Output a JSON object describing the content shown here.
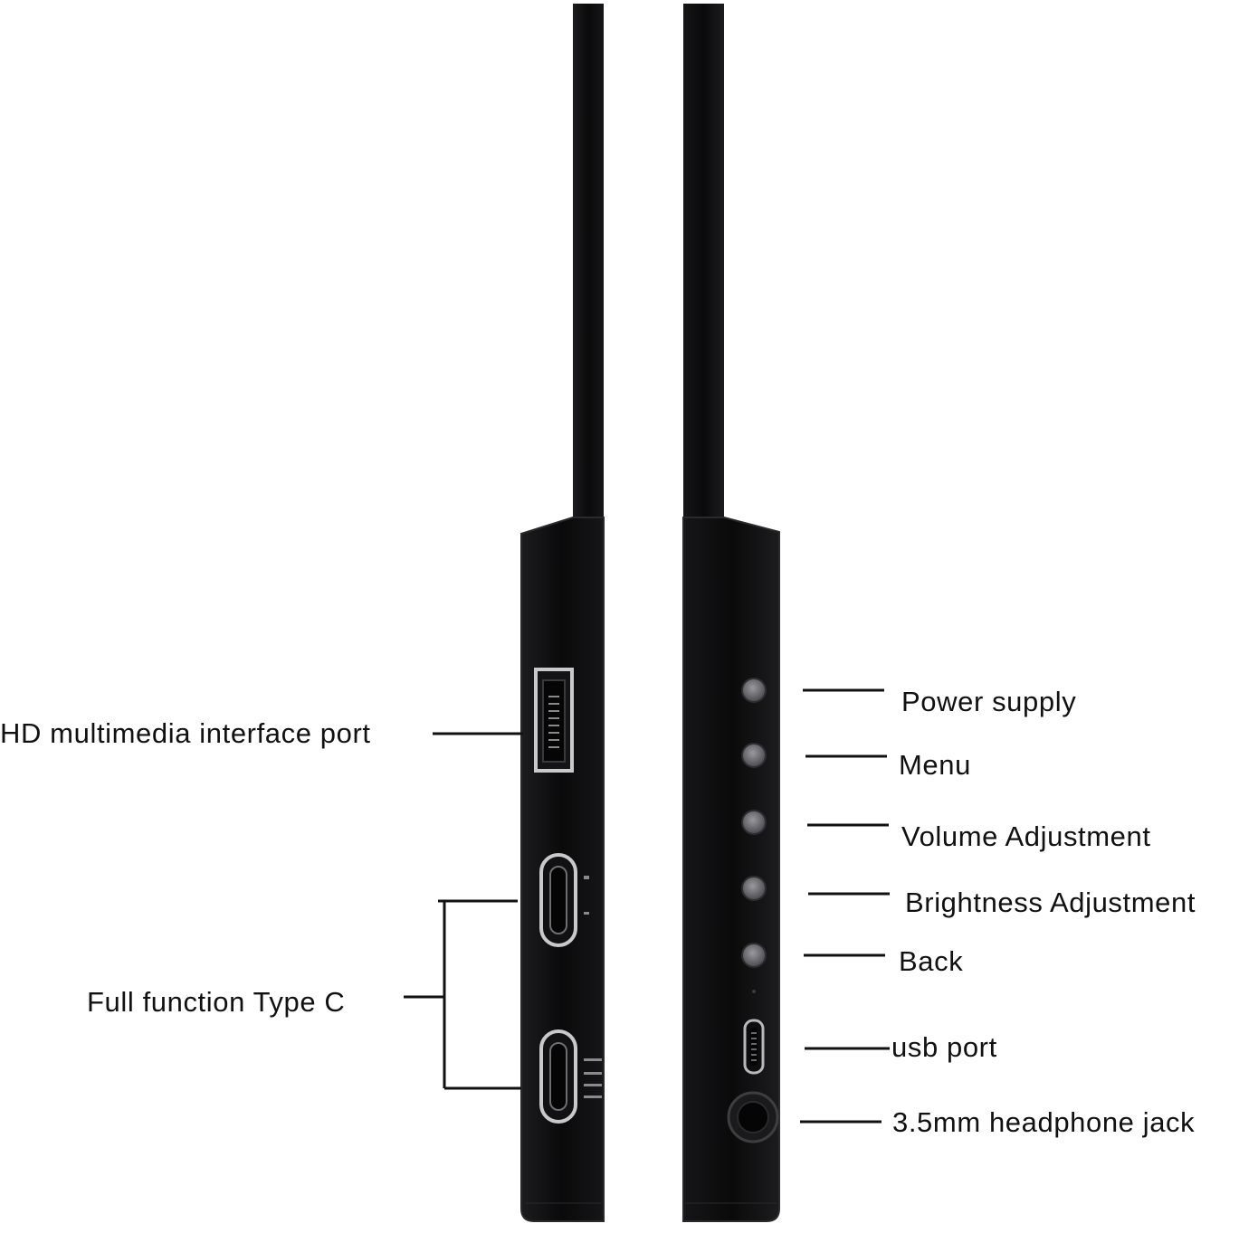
{
  "colors": {
    "background": "#ffffff",
    "device_body": "#0b0b0c",
    "device_edge": "#2a2a2c",
    "port_metal": "#c9c9cc",
    "button_grey": "#6e6e72",
    "leader_line": "#111111"
  },
  "left_side": {
    "labels": {
      "hdmi": "HD multimedia interface port",
      "type_c": "Full function Type C"
    }
  },
  "right_side": {
    "labels": {
      "power": "Power supply",
      "menu": "Menu",
      "volume": "Volume Adjustment",
      "brightness": "Brightness Adjustment",
      "back": "Back",
      "usb": "usb port",
      "headphone": "3.5mm headphone jack"
    }
  }
}
